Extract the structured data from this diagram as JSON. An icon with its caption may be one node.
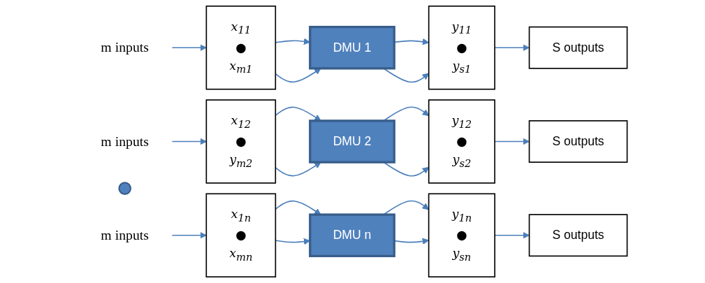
{
  "diagram": {
    "nodes": [
      {
        "text": [
          "m inputs"
        ]
      },
      {
        "text": [
          "x$_{11}$",
          "●",
          "x$_{m1}$"
        ]
      },
      {
        "text": [
          "DMU 1"
        ]
      },
      {
        "text": [
          "y$_{11}$",
          "●",
          "y$_{s1}$"
        ]
      },
      {
        "text": [
          "S outputs"
        ]
      },
      {
        "text": [
          "m inputs"
        ]
      },
      {
        "text": [
          "x$_{12}$",
          "●",
          "y$_{m2}$"
        ]
      },
      {
        "text": [
          "DMU 2"
        ]
      },
      {
        "text": [
          "y$_{12}$",
          "●",
          "y$_{s2}$"
        ]
      },
      {
        "text": [
          "S outputs"
        ]
      },
      {
        "text": [],
        "shape": "circle"
      },
      {
        "text": [
          "m inputs"
        ]
      },
      {
        "text": [
          "x$_{1n}$",
          "●",
          "x$_{mn}$"
        ]
      },
      {
        "text": [
          "DMU n"
        ]
      },
      {
        "text": [
          "y$_{1n}$",
          "●",
          "y$_{sn}$"
        ]
      },
      {
        "text": [
          "S outputs"
        ]
      }
    ],
    "edges": [
      {
        "from": 0,
        "to": 1,
        "arrow": "to"
      },
      {
        "from": 1,
        "to": 2,
        "arrow": "to"
      },
      {
        "from": 1,
        "to": 2,
        "arrow": "to"
      },
      {
        "from": 2,
        "to": 3,
        "arrow": "to"
      },
      {
        "from": 2,
        "to": 3,
        "arrow": "to"
      },
      {
        "from": 3,
        "to": 4,
        "arrow": "to"
      },
      {
        "from": 5,
        "to": 6,
        "arrow": "to"
      },
      {
        "from": 6,
        "to": 7,
        "arrow": "to"
      },
      {
        "from": 6,
        "to": 7,
        "arrow": "to"
      },
      {
        "from": 7,
        "to": 8,
        "arrow": "to"
      },
      {
        "from": 7,
        "to": 8,
        "arrow": "to"
      },
      {
        "from": 8,
        "to": 9,
        "arrow": "to"
      },
      {
        "from": 11,
        "to": 12,
        "arrow": "to"
      },
      {
        "from": 12,
        "to": 13,
        "arrow": "to"
      },
      {
        "from": 12,
        "to": 13,
        "arrow": "to"
      },
      {
        "from": 13,
        "to": 14,
        "arrow": "to"
      },
      {
        "from": 13,
        "to": 14,
        "arrow": "to"
      },
      {
        "from": 14,
        "to": 15,
        "arrow": "to"
      }
    ]
  }
}
